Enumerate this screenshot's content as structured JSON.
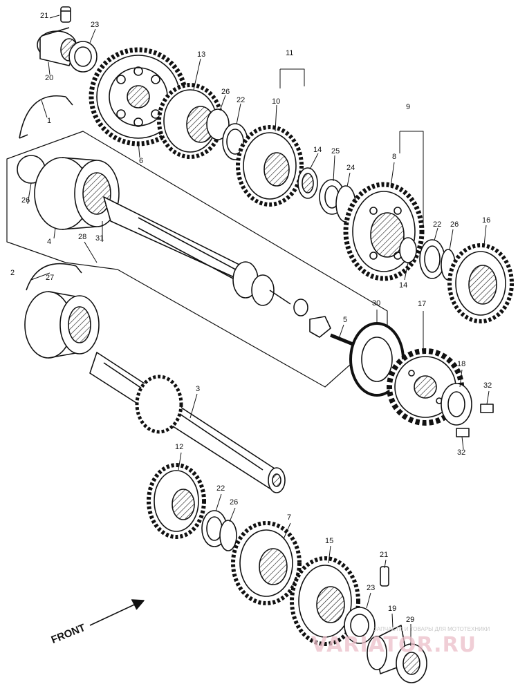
{
  "diagram": {
    "direction_label": "FRONT",
    "callouts": [
      "21",
      "23",
      "20",
      "1",
      "6",
      "13",
      "26",
      "22",
      "11",
      "10",
      "9",
      "8",
      "14",
      "25",
      "24",
      "22",
      "26",
      "16",
      "14",
      "26",
      "4",
      "28",
      "31",
      "2",
      "27",
      "30",
      "5",
      "17",
      "18",
      "32",
      "32",
      "3",
      "12",
      "22",
      "26",
      "7",
      "15",
      "21",
      "23",
      "19",
      "29"
    ],
    "colors": {
      "ink": "#111111",
      "paper": "#ffffff",
      "watermark_text": "#c9c9c9",
      "watermark_logo": "#ebbec8"
    }
  },
  "watermark": {
    "tagline": "ЗАПЧАСТИ И ТОВАРЫ ДЛЯ МОТОТЕХНИКИ",
    "logo": "VARIATOR.RU"
  }
}
